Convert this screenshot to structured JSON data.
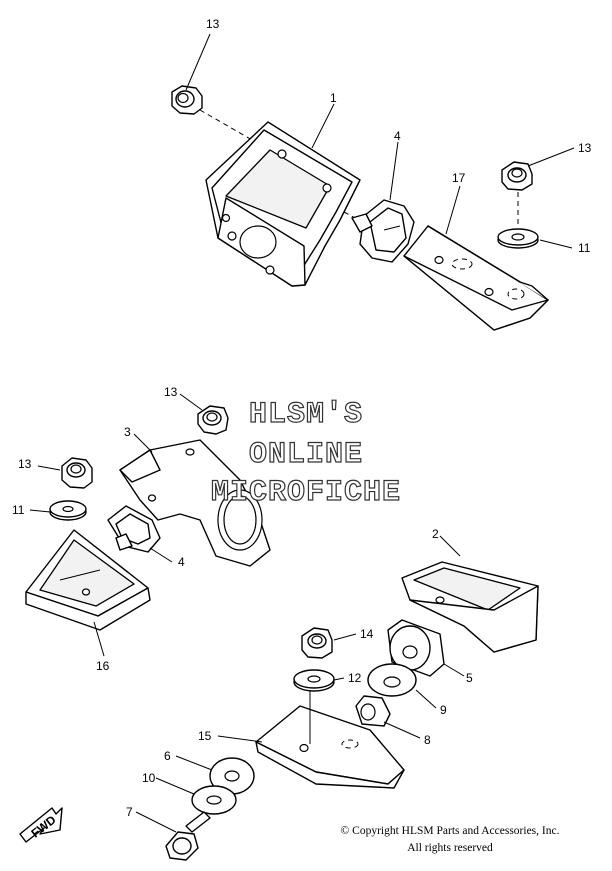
{
  "watermark": [
    "HLSM'S",
    "ONLINE",
    "MICROFICHE"
  ],
  "copyright": {
    "line1": "© Copyright HLSM Parts and Accessories, Inc.",
    "line2": "All rights reserved"
  },
  "fwd_label": "FWD",
  "callouts": {
    "c1": "1",
    "c2": "2",
    "c3": "3",
    "c4a": "4",
    "c4b": "4",
    "c5": "5",
    "c6": "6",
    "c7": "7",
    "c8": "8",
    "c9": "9",
    "c10": "10",
    "c11a": "11",
    "c11b": "11",
    "c12": "12",
    "c13a": "13",
    "c13b": "13",
    "c13c": "13",
    "c13d": "13",
    "c14": "14",
    "c15": "15",
    "c16": "16",
    "c17": "17"
  }
}
